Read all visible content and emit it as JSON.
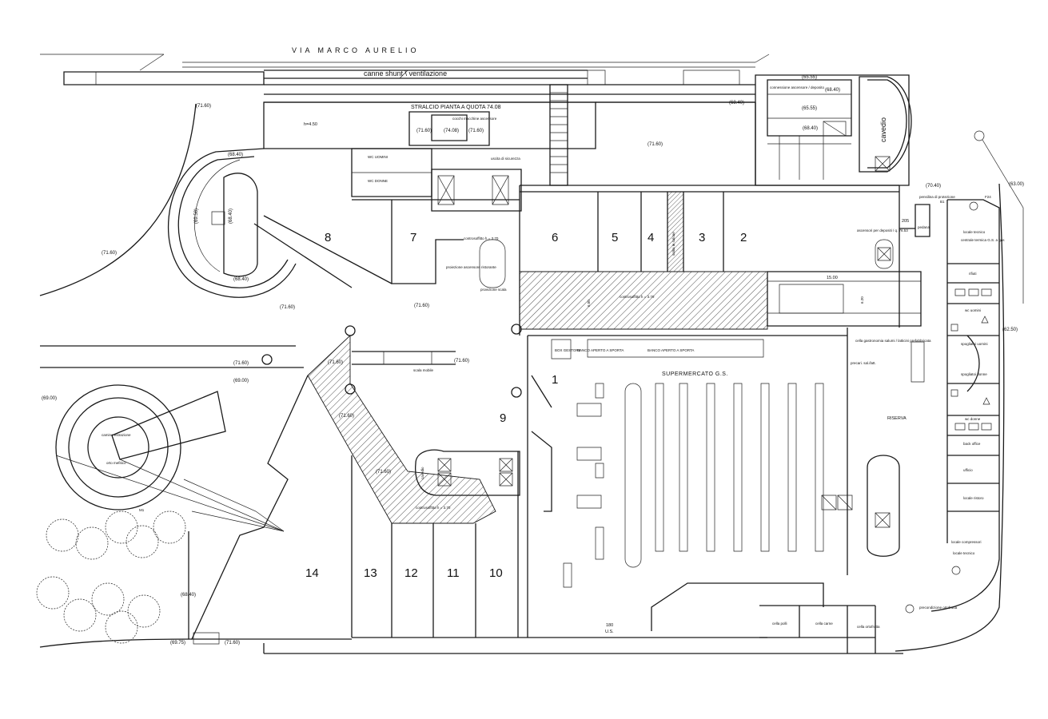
{
  "street": "VIA MARCO AURELIO",
  "shunt": "canne shunt \\ ventilazione",
  "stralcio_title": "STRALCIO PIANTA A QUOTA 74.08",
  "supermarket": "SUPERMERCATO G.S.",
  "reserve": "RISERVA",
  "cavedio": "cavedio",
  "cavedio_small": "cavedio",
  "h450": "h=4.50",
  "stores": [
    "1",
    "2",
    "3",
    "4",
    "5",
    "6",
    "7",
    "8",
    "9",
    "10",
    "11",
    "12",
    "13",
    "14"
  ],
  "dims": {
    "d1500": "15.00",
    "d600": "6.00",
    "d620": "6.20",
    "d180": "180",
    "us": "U.S.",
    "d205": "205"
  },
  "labels": {
    "wc_uomini": "WC UOMINI",
    "wc_donne": "WC DONNE",
    "uscita": "uscita di sicurezza",
    "cocchi": "cocchi macchine ascensore",
    "controsoffitto_a": "controsoffitto h = 3.70",
    "controsoffitto_b": "controsoffitto h = 3.70",
    "controsoffitto_c": "controsoffitto h = 3.70",
    "proiezione_asc": "proiezione ascensore ristorante",
    "proiezione_scala": "proiezione scala",
    "scala_mobile": "scala mobile",
    "camino": "camino estrazione",
    "orto": "orto mefitico",
    "m1": "M1",
    "connessione": "connessione ascensore / deposito",
    "ascensori": "ascensori per depositi / q. 76.53",
    "pedana": "pedana",
    "pensilina": "pensilina di protezione",
    "b1": "B1",
    "f24": "F24",
    "locale_tecnico": "locale tecnico",
    "centrale_termica": "centrale termica G.S. a gas",
    "rifiuti": "rifiuti",
    "wc_uomini2": "wc uomini",
    "spogliatoi_uomini": "spogliatoi uomini",
    "spogliatoi_donne": "spogliatoi donne",
    "wc_donne2": "wc donne",
    "back_office": "back office",
    "ufficio": "ufficio",
    "locale_ristoro": "locale ristoro",
    "locale_compressori": "locale compressori",
    "locale_tecnico2": "locale tecnico",
    "cella_gastronomia": "cella gastronomia salumi / latticini prefabbricata",
    "precarico": "precari. sal./latt.",
    "cella_polli": "cella polli",
    "cella_carne": "cella carne",
    "cella_ortofrutta": "cella ortofrutta",
    "precondizionata": "precondizione ortofrutta",
    "box_gestore": "BOX GESTORE",
    "banco1": "BANCO APERTO A SPORTA",
    "banco2": "BANCO APERTO A SPORTA",
    "salita": "salita in salone"
  },
  "elev": {
    "e7160_a": "(71.60)",
    "e7160_b": "(71.60)",
    "e7160_c": "(71.60)",
    "e7160_d": "(71.60)",
    "e7160_e": "(71.60)",
    "e7160_f": "(71.60)",
    "e7160_g": "(71.60)",
    "e7160_h": "(71.60)",
    "e7160_i": "(71.60)",
    "e7160_j": "(71.60)",
    "e7160_k": "(71.60)",
    "e7160_l": "(71.60)",
    "e7160_m": "(71.60)",
    "e6840_a": "(68.40)",
    "e6840_b": "(68.40)",
    "e6840_c": "(68.40)",
    "e6840_d": "(68.40)",
    "e6840_e": "(68.40)",
    "e6840_f": "(68.40)",
    "e6840_g": "(68.40)",
    "e6555_a": "(65.55)",
    "e6555_b": "(65.55)",
    "e7408": "(74.08)",
    "e6958": "(69.58)",
    "e6900_a": "(69.00)",
    "e6900_b": "(69.00)",
    "e6975": "(69.75)",
    "e7040": "(70.40)",
    "e6300": "(63.00)",
    "e6250": "(62.50)"
  }
}
